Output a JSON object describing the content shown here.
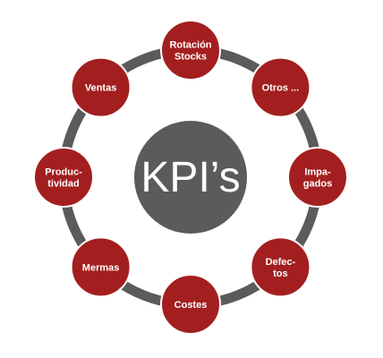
{
  "center": {
    "label": "KPI’s",
    "color": "#5b5b5b"
  },
  "ring": {
    "color": "#5b5b5b"
  },
  "node_style": {
    "fill": "#a31f1f",
    "stroke": "#ffffff"
  },
  "nodes": [
    {
      "id": "rotacion-stocks",
      "lines": [
        "Rotación",
        "Stocks"
      ]
    },
    {
      "id": "otros",
      "lines": [
        "Otros ..."
      ]
    },
    {
      "id": "impagados",
      "lines": [
        "Impa-",
        "gados"
      ]
    },
    {
      "id": "defectos",
      "lines": [
        "Defec-",
        "tos"
      ]
    },
    {
      "id": "costes",
      "lines": [
        "Costes"
      ]
    },
    {
      "id": "mermas",
      "lines": [
        "Mermas"
      ]
    },
    {
      "id": "productividad",
      "lines": [
        "Produc-",
        "tividad"
      ]
    },
    {
      "id": "ventas",
      "lines": [
        "Ventas"
      ]
    }
  ]
}
